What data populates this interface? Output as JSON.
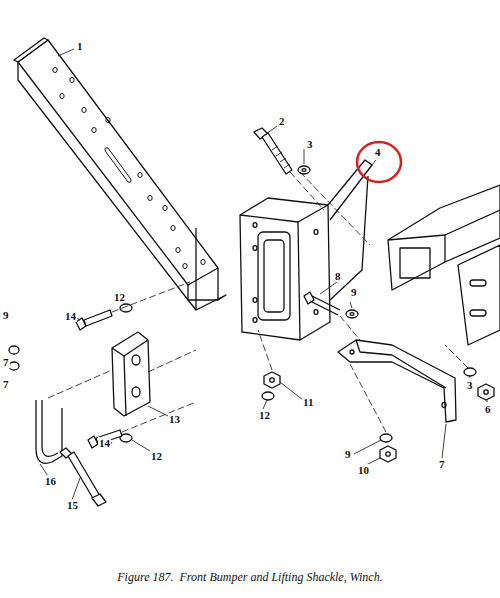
{
  "diagram": {
    "caption": "Figure 187.  Front Bumper and Lifting Shackle, Winch.",
    "labels": [
      "1",
      "2",
      "3",
      "4",
      "8",
      "9",
      "9",
      "12",
      "14",
      "7",
      "7",
      "13",
      "3",
      "6",
      "11",
      "12",
      "14",
      "12",
      "9",
      "10",
      "7",
      "16",
      "15"
    ]
  }
}
